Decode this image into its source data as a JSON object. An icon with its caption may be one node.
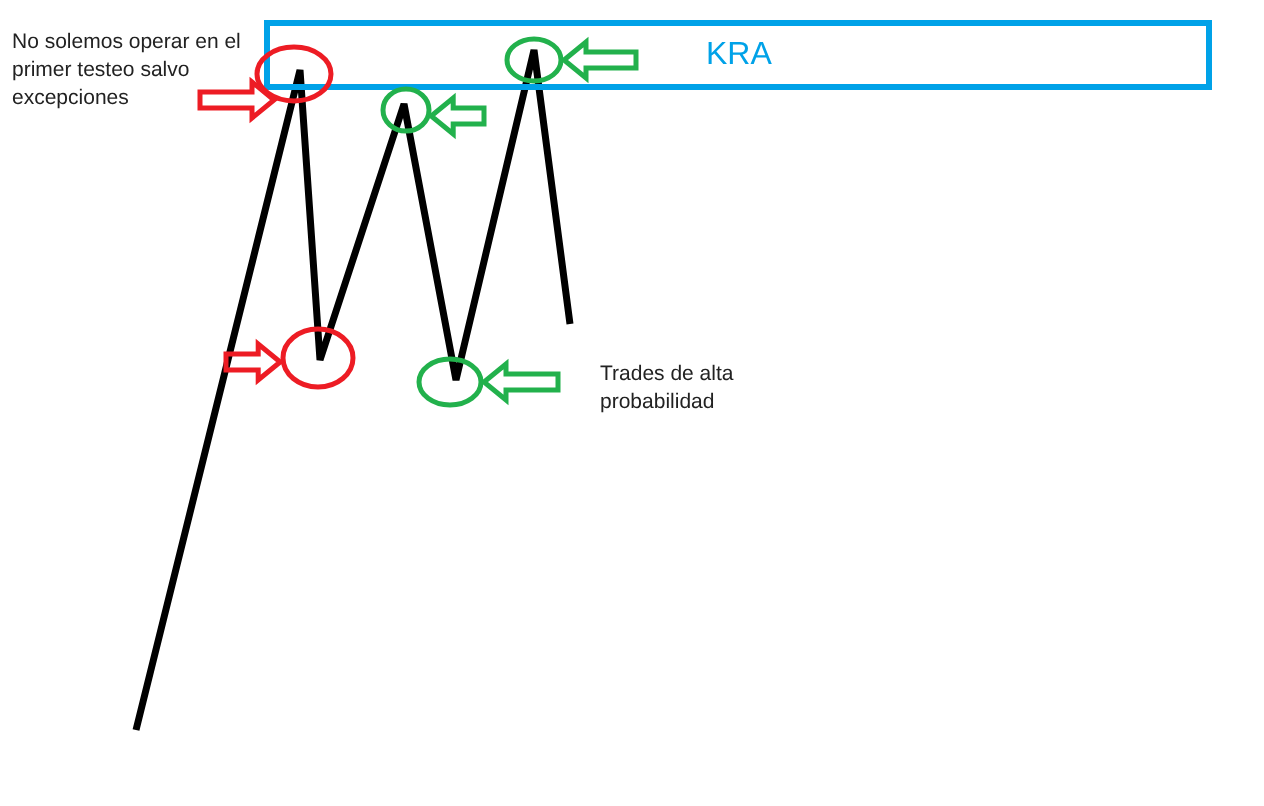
{
  "diagram": {
    "nodes": [
      {
        "text": [
          "KRA"
        ]
      },
      {
        "text": [],
        "shape": "circle"
      },
      {
        "text": [],
        "shape": "circle"
      },
      {
        "text": [],
        "shape": "circle"
      },
      {
        "text": [],
        "shape": "circle"
      },
      {
        "text": [],
        "shape": "circle",
        "in": 0
      }
    ],
    "edges": [
      {
        "from": null,
        "to": 1,
        "arrow": "to",
        "color": "#ed1c24"
      },
      {
        "from": null,
        "to": 2,
        "arrow": "to",
        "color": "#ed1c24"
      },
      {
        "from": null,
        "to": 3,
        "arrow": "to"
      },
      {
        "from": null,
        "to": 4,
        "arrow": "to"
      },
      {
        "from": null,
        "to": 5,
        "arrow": "to"
      }
    ],
    "labels": [
      "No solemos operar en el primer testeo salvo excepciones",
      "Trades de alta probabilidad"
    ]
  }
}
